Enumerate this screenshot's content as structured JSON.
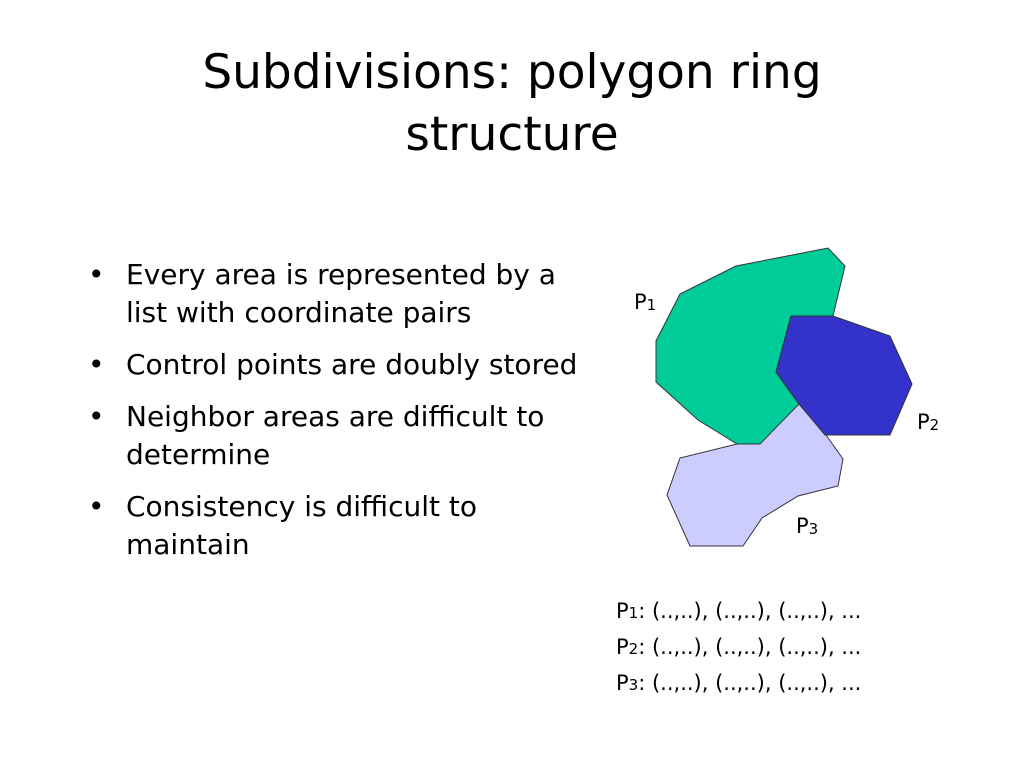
{
  "slide": {
    "title_line1": "Subdivisions: polygon ring",
    "title_line2": "structure"
  },
  "bullets": [
    {
      "text": "Every area is represented by a list with coordinate pairs"
    },
    {
      "text": "Control points are doubly stored"
    },
    {
      "text": "Neighbor areas are difficult to determine"
    },
    {
      "text": "Consistency is difficult to maintain"
    }
  ],
  "diagram": {
    "polygons": [
      {
        "label_main": "P",
        "label_sub": "1",
        "color": "#00CC99"
      },
      {
        "label_main": "P",
        "label_sub": "2",
        "color": "#3333CC"
      },
      {
        "label_main": "P",
        "label_sub": "3",
        "color": "#CCCCFF"
      }
    ],
    "outline_color": "#333333"
  },
  "coords": [
    {
      "name": "P",
      "sub": "1",
      "text": ": (..,..), (..,..), (..,..), ..."
    },
    {
      "name": "P",
      "sub": "2",
      "text": ": (..,..), (..,..), (..,..), ..."
    },
    {
      "name": "P",
      "sub": "3",
      "text": ": (..,..), (..,..), (..,..), ..."
    }
  ]
}
